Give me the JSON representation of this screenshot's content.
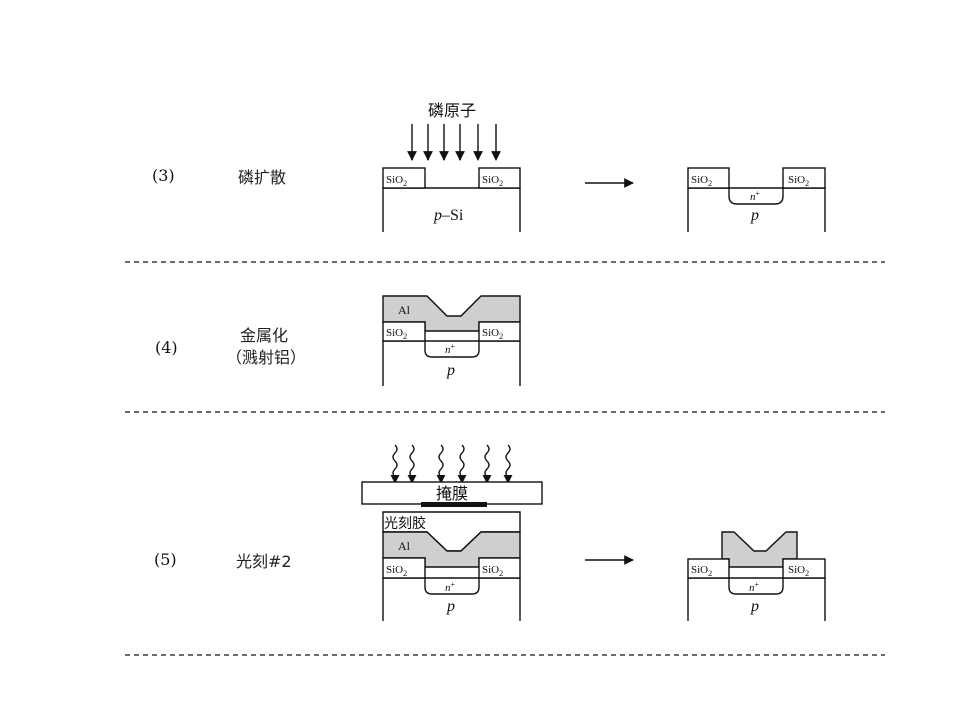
{
  "steps": [
    {
      "number": "(3)",
      "name": "磷扩散"
    },
    {
      "number": "(4)",
      "name": "金属化",
      "name_note": "（溅射铝）"
    },
    {
      "number": "(5)",
      "name": "光刻#2"
    }
  ],
  "labels": {
    "phosphorus_atoms": "磷原子",
    "sio2_main": "SiO",
    "sio2_sub": "2",
    "p_si_p": "p",
    "p_si_rest": "–Si",
    "p": "p",
    "n": "n",
    "n_sup": "+",
    "al": "Al",
    "mask": "掩膜",
    "photoresist": "光刻胶"
  },
  "colors": {
    "al_fill": "#cfcfcf",
    "line": "#111111"
  }
}
